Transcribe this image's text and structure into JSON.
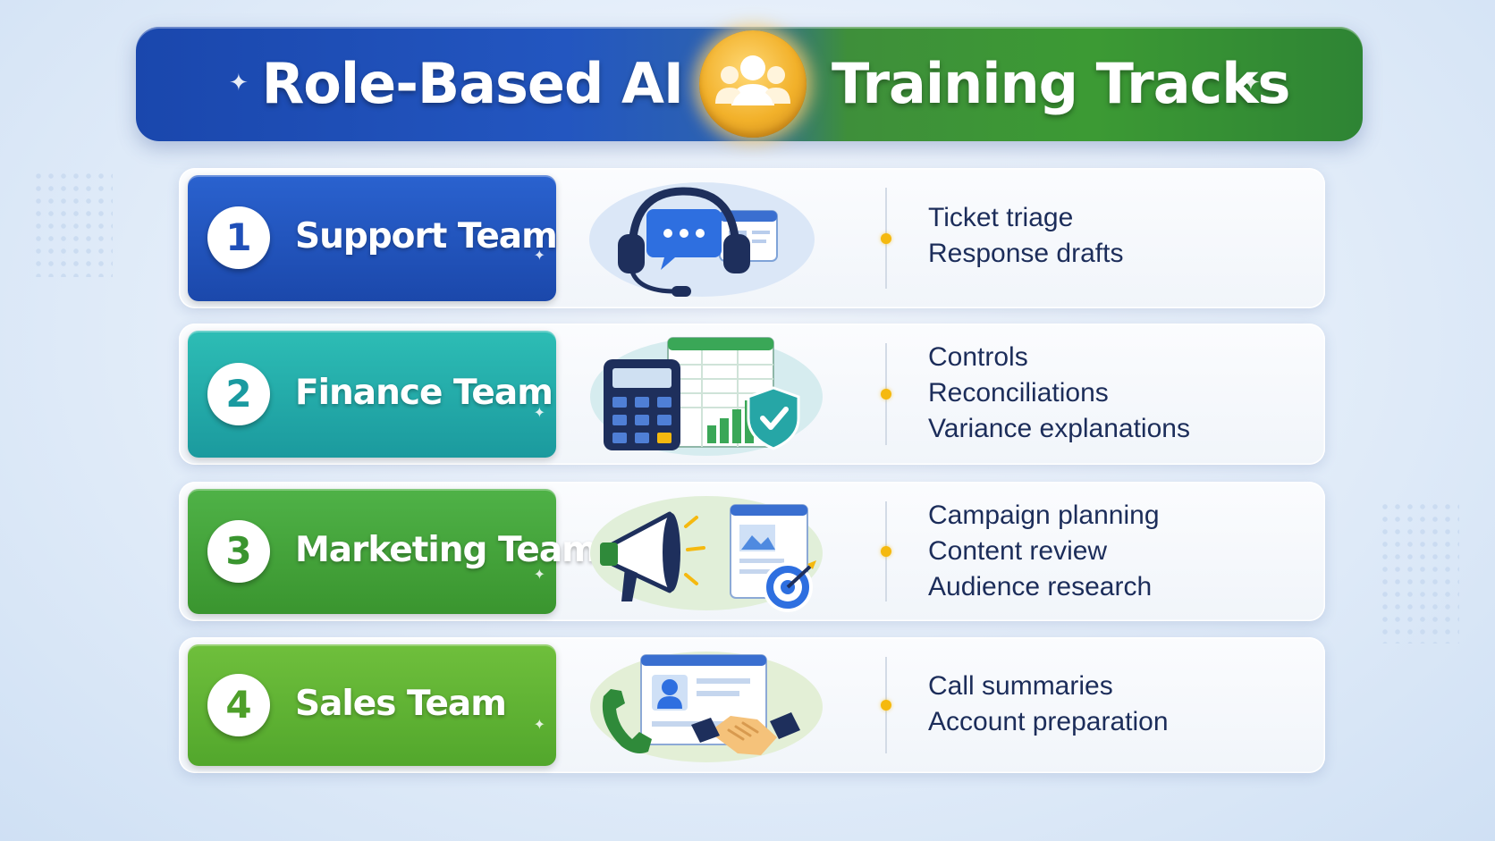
{
  "title": {
    "left_text": "Role-Based AI",
    "right_text": "Training Tracks",
    "icon": "team-group-icon"
  },
  "colors": {
    "banner_blue": "#1a47ad",
    "banner_green": "#3c9a34",
    "badge_gold": "#f2b12a",
    "bullet_dot": "#f5b90f",
    "text_navy": "#1c2d5a"
  },
  "tracks": [
    {
      "number": "1",
      "name": "Support Team",
      "icon": "headset-chat-icon",
      "color": "#1f4fb8",
      "items": [
        "Ticket triage",
        "Response drafts"
      ]
    },
    {
      "number": "2",
      "name": "Finance Team",
      "icon": "calculator-spreadsheet-shield-icon",
      "color": "#1fa5a5",
      "items": [
        "Controls",
        "Reconciliations",
        "Variance explanations"
      ]
    },
    {
      "number": "3",
      "name": "Marketing Team",
      "icon": "megaphone-target-icon",
      "color": "#43a33a",
      "items": [
        "Campaign planning",
        "Content review",
        "Audience research"
      ]
    },
    {
      "number": "4",
      "name": "Sales Team",
      "icon": "phone-handshake-icon",
      "color": "#5db033",
      "items": [
        "Call summaries",
        "Account preparation"
      ]
    }
  ]
}
